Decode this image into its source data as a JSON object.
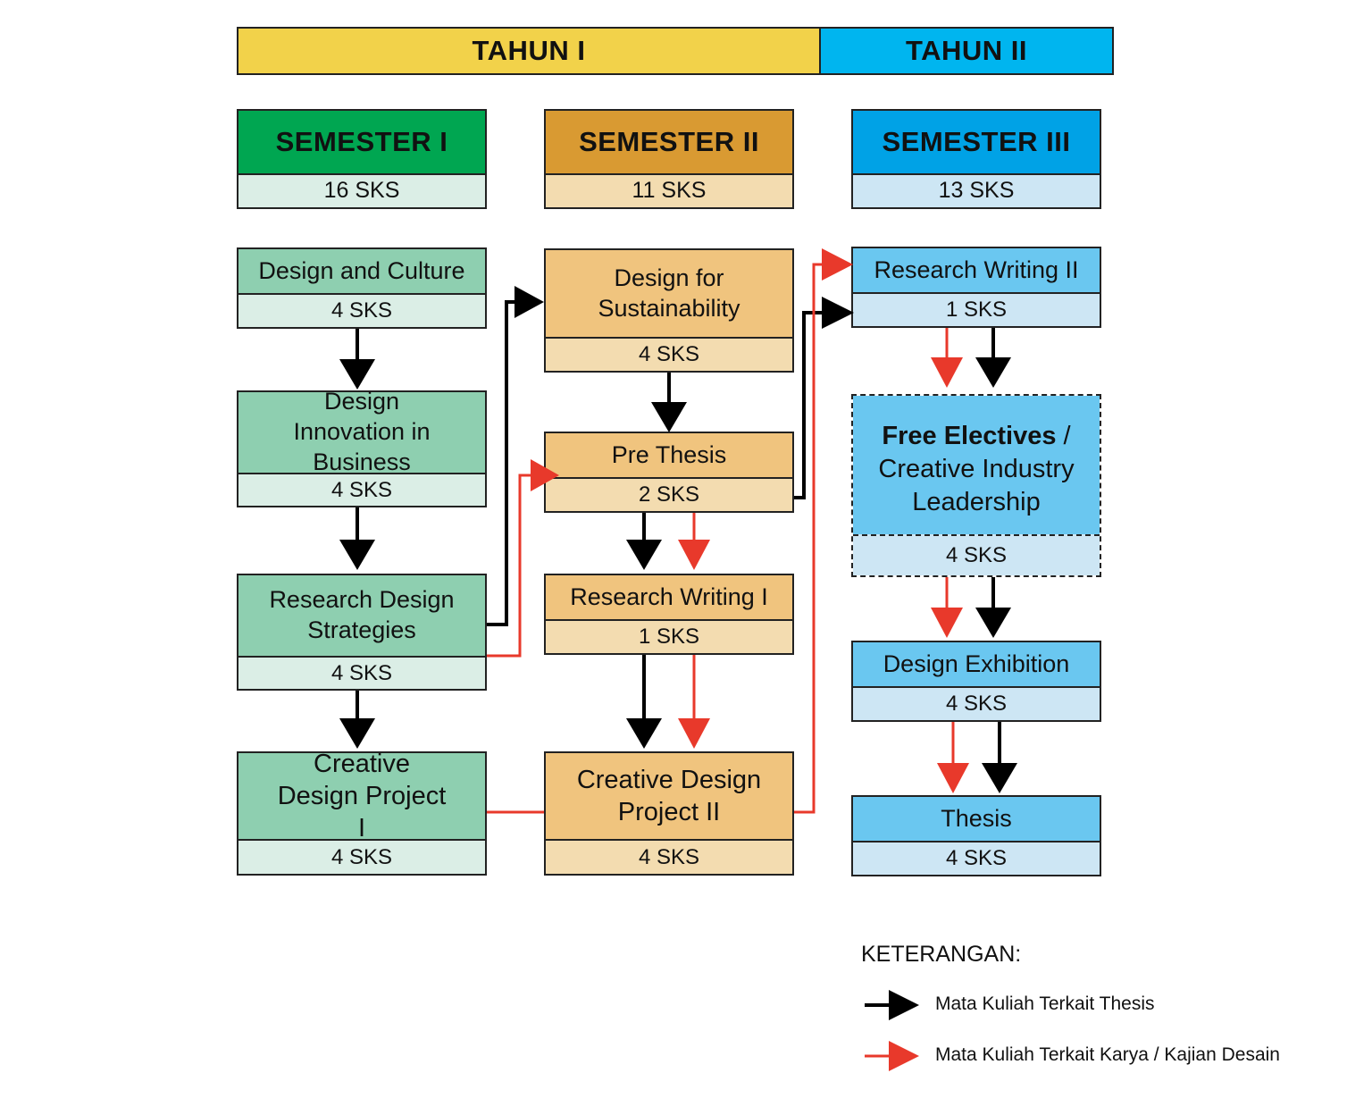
{
  "years": [
    {
      "label": "TAHUN I",
      "color": "#f2d24a"
    },
    {
      "label": "TAHUN II",
      "color": "#00b5ef"
    }
  ],
  "semesters": [
    {
      "label": "SEMESTER I",
      "sks": "16 SKS",
      "head_color": "#00a651",
      "sub_color": "#dbeee6"
    },
    {
      "label": "SEMESTER II",
      "sks": "11 SKS",
      "head_color": "#d99a32",
      "sub_color": "#f3dcb0"
    },
    {
      "label": "SEMESTER III",
      "sks": "13 SKS",
      "head_color": "#00a2e6",
      "sub_color": "#cde6f4"
    }
  ],
  "courses": {
    "design_culture": {
      "title": "Design and Culture",
      "sks": "4 SKS"
    },
    "design_innovation": {
      "title": "Design Innovation in Business",
      "sks": "4 SKS"
    },
    "research_design": {
      "title": "Research Design Strategies",
      "sks": "4 SKS"
    },
    "cdp1": {
      "title": "Creative Design Project I",
      "sks": "4 SKS"
    },
    "design_sustainability": {
      "title": "Design for Sustainability",
      "sks": "4 SKS"
    },
    "pre_thesis": {
      "title": "Pre Thesis",
      "sks": "2 SKS"
    },
    "rw1": {
      "title": "Research Writing I",
      "sks": "1 SKS"
    },
    "cdp2": {
      "title": "Creative Design Project II",
      "sks": "4 SKS"
    },
    "rw2": {
      "title": "Research Writing II",
      "sks": "1 SKS"
    },
    "free_electives": {
      "title_bold": "Free Electives",
      "title_rest": " / Creative Industry Leadership",
      "sks": "4 SKS"
    },
    "design_exhibition": {
      "title": "Design Exhibition",
      "sks": "4 SKS"
    },
    "thesis": {
      "title": "Thesis",
      "sks": "4 SKS"
    }
  },
  "legend": {
    "title": "KETERANGAN:",
    "items": [
      {
        "label": "Mata Kuliah Terkait Thesis",
        "color": "#000000"
      },
      {
        "label": "Mata Kuliah Terkait Karya / Kajian Desain",
        "color": "#e8392b"
      }
    ]
  },
  "colors": {
    "col1_title": "#8ecfb0",
    "col1_sks": "#dbeee6",
    "col2_title": "#f0c47e",
    "col2_sks": "#f3dcb0",
    "col3_title": "#6ac7f0",
    "col3_sks": "#cde6f4",
    "arrow_thesis": "#000000",
    "arrow_karya": "#e8392b"
  }
}
